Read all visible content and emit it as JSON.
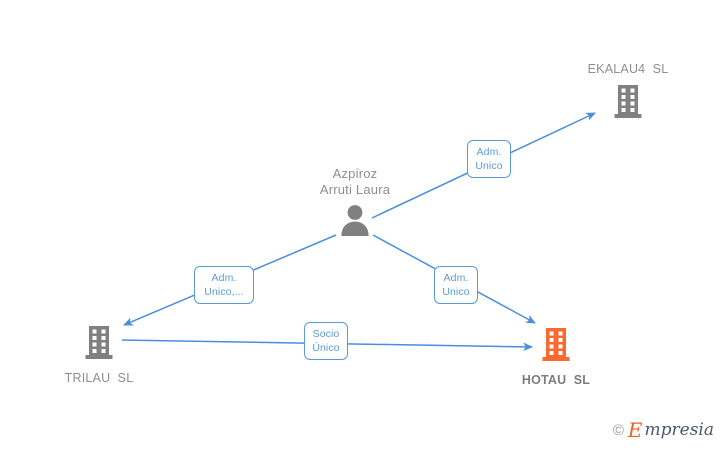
{
  "diagram": {
    "type": "corporate-relationship-graph",
    "background_color": "#ffffff",
    "edge_color": "#4a8fdc",
    "label_border_color": "#5b9bd5",
    "label_text_color": "#5b9bd5",
    "company_icon_color": "#808080",
    "focus_icon_color": "#f96a33",
    "person_icon_color": "#808080"
  },
  "nodes": {
    "person": {
      "name": "Azpiroz\nArruti Laura",
      "icon": "person-icon",
      "type": "person"
    },
    "ekalau4": {
      "name": "EKALAU4  SL",
      "icon": "building-icon",
      "type": "company",
      "highlighted": false
    },
    "trilau": {
      "name": "TRILAU  SL",
      "icon": "building-icon",
      "type": "company",
      "highlighted": false
    },
    "hotau": {
      "name": "HOTAU  SL",
      "icon": "building-icon",
      "type": "company",
      "highlighted": true
    }
  },
  "edges": [
    {
      "id": "person-to-ekalau4",
      "from": "person",
      "to": "ekalau4",
      "label": "Adm.\nUnico"
    },
    {
      "id": "person-to-trilau",
      "from": "person",
      "to": "trilau",
      "label": "Adm.\nUnico,..."
    },
    {
      "id": "person-to-hotau",
      "from": "person",
      "to": "hotau",
      "label": "Adm.\nUnico"
    },
    {
      "id": "trilau-to-hotau",
      "from": "trilau",
      "to": "hotau",
      "label": "Socio\nÚnico"
    }
  ],
  "watermark": {
    "copyright": "©",
    "brand_initial": "E",
    "brand_rest": "mpresia"
  }
}
